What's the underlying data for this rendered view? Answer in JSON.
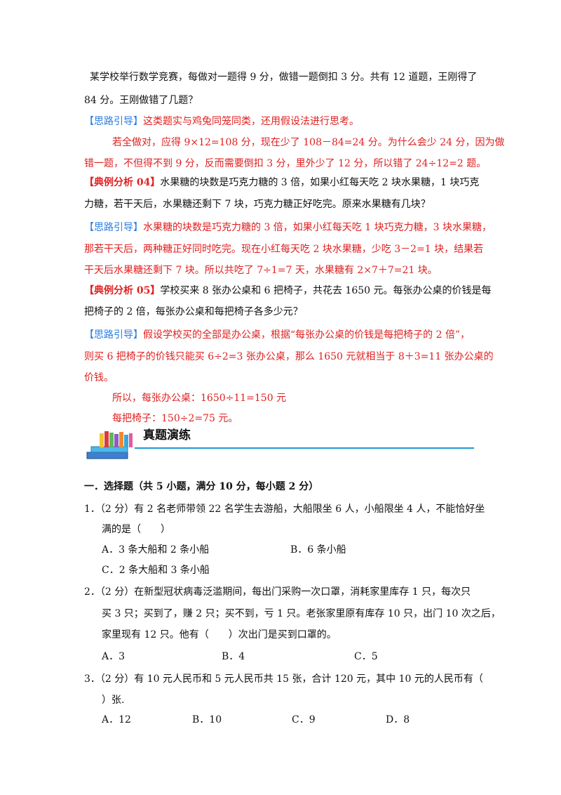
{
  "intro": {
    "l1": "某学校举行数学竞赛，每做对一题得 9 分，做错一题倒扣 3 分。共有 12 道题，王刚得了",
    "l2": "84 分。王刚做错了几题？"
  },
  "guide1": {
    "tag": "【思路引导】",
    "l1": "这类题实与鸡兔同笼同类，还用假设法进行思考。",
    "l2": "若全做对，应得 9×12=108 分，现在少了 108－84=24 分。为什么会少 24 分，因为做",
    "l3": "错一题，不但得不到 9 分，反而需要倒扣 3 分，里外少了 12 分，所以错了 24÷12=2 题。"
  },
  "ex04": {
    "tag": "【典例分析 04】",
    "l1": "水果糖的块数是巧克力糖的 3 倍，如果小红每天吃 2 块水果糖，1 块巧克",
    "l2": "力糖，若干天后，水果糖还剩下 7 块，巧克力糖正好吃完。原来水果糖有几块？"
  },
  "guide2": {
    "tag": "【思路引导】",
    "l1": "水果糖的块数是巧克力糖的 3 倍，如果小红每天吃 1 块巧克力糖，3 块水果糖，",
    "l2": "那若干天后，两种糖正好同时吃完。现在小红每天吃 2 块水果糖，少吃 3－2=1 块，结果若",
    "l3": "干天后水果糖还剩下 7 块。所以共吃了 7÷1=7 天，水果糖有 2×7＋7=21 块。"
  },
  "ex05": {
    "tag": "【典例分析 05】",
    "l1": "学校买来 8 张办公桌和 6 把椅子，共花去 1650 元。每张办公桌的价钱是每",
    "l2": "把椅子的 2 倍，每张办公桌和每把椅子各多少元？"
  },
  "guide3": {
    "tag": "【思路引导】",
    "l1": "假设学校买的全部是办公桌，根据“每张办公桌的价钱是每把椅子的 2 倍”，",
    "l2": "则买 6 把椅子的价钱只能买 6÷2=3 张办公桌，那么 1650 元就相当于 8＋3=11 张办公桌的",
    "l3": "价钱。",
    "l4": "所以，每张办公桌：1650÷11=150 元",
    "l5": "每把椅子：150÷2=75 元。"
  },
  "banner": {
    "title": "真题演练"
  },
  "section": {
    "title": "一．选择题（共 5 小题，满分 10 分，每小题 2 分）"
  },
  "q1": {
    "l1": "1．（2 分）有 2 名老师带领 22 名学生去游船，大船限坐 6 人，小船限坐 4 人，不能恰好坐",
    "l2": "满的是（　　）",
    "a": "A．3 条大船和 2 条小船",
    "b": "B．6 条小船",
    "c": "C．2 条大船和 3 条小船"
  },
  "q2": {
    "l1": "2．（2 分）在新型冠状病毒泛滥期间，每出门采购一次口罩，消耗家里库存 1 只，每次只",
    "l2": "买 3 只；买到了，赚 2 只；买不到，亏 1 只。老张家里原有库存 10 只，出门 10 次之后，",
    "l3": "家里现有 12 只。他有（　　）次出门是买到口罩的。",
    "a": "A．3",
    "b": "B．4",
    "c": "C．5"
  },
  "q3": {
    "l1": "3．（2 分）有 10 元人民币和 5 元人民币共 15 张，合计 120 元，其中 10 元的人民币有（",
    "l2": "）张.",
    "a": "A．12",
    "b": "B．10",
    "c": "C．9",
    "d": "D．8"
  },
  "colors": {
    "red": "#e02020",
    "blue": "#2a7de1",
    "banner_line": "#1a9bd7"
  }
}
